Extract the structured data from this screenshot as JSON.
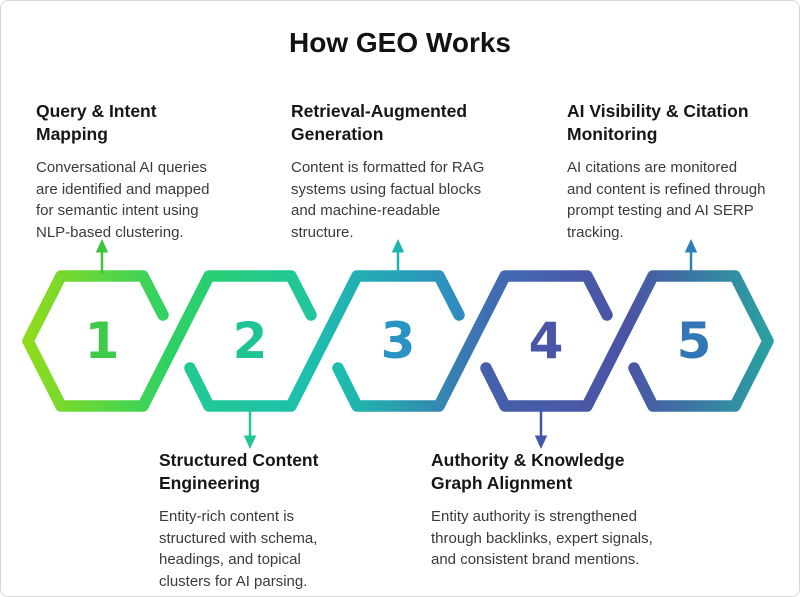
{
  "title": "How GEO Works",
  "steps": [
    {
      "number": "1",
      "heading": "Query & Intent\nMapping",
      "body": "Conversational AI queries\nare identified and mapped\nfor semantic intent using\nNLP-based clustering.",
      "label_position": "top",
      "arrow": "up",
      "accent": "#3EC94B",
      "arrow_color": "#3CC53A"
    },
    {
      "number": "2",
      "heading": "Structured Content\nEngineering",
      "body": "Entity-rich content is\nstructured with schema,\nheadings, and topical\nclusters for AI parsing.",
      "label_position": "bottom",
      "arrow": "down",
      "accent": "#1FC494",
      "arrow_color": "#1EC795"
    },
    {
      "number": "3",
      "heading": "Retrieval-Augmented\nGeneration",
      "body": "Content is formatted for RAG\nsystems using factual blocks\nand machine-readable\nstructure.",
      "label_position": "top",
      "arrow": "up",
      "accent": "#2994C4",
      "arrow_color": "#19B5AE"
    },
    {
      "number": "4",
      "heading": "Authority & Knowledge\nGraph Alignment",
      "body": "Entity authority is strengthened\nthrough backlinks, expert signals,\nand consistent brand mentions.",
      "label_position": "bottom",
      "arrow": "down",
      "accent": "#4A55A5",
      "arrow_color": "#4156A8"
    },
    {
      "number": "5",
      "heading": "AI Visibility & Citation\nMonitoring",
      "body": "AI citations are monitored\nand content is refined through\nprompt testing and AI SERP\ntracking.",
      "label_position": "top",
      "arrow": "up",
      "accent": "#3277B5",
      "arrow_color": "#2E7FB3"
    }
  ],
  "palette": {
    "chain_gradient": [
      "#8FDB1C",
      "#2ED164",
      "#1FC79B",
      "#1CBFAE",
      "#2F8CC0",
      "#4A55A5",
      "#2AA0A2"
    ],
    "background": "#FFFFFF",
    "title_color": "#121212",
    "heading_color": "#161616",
    "body_color": "#3A3A3A"
  }
}
